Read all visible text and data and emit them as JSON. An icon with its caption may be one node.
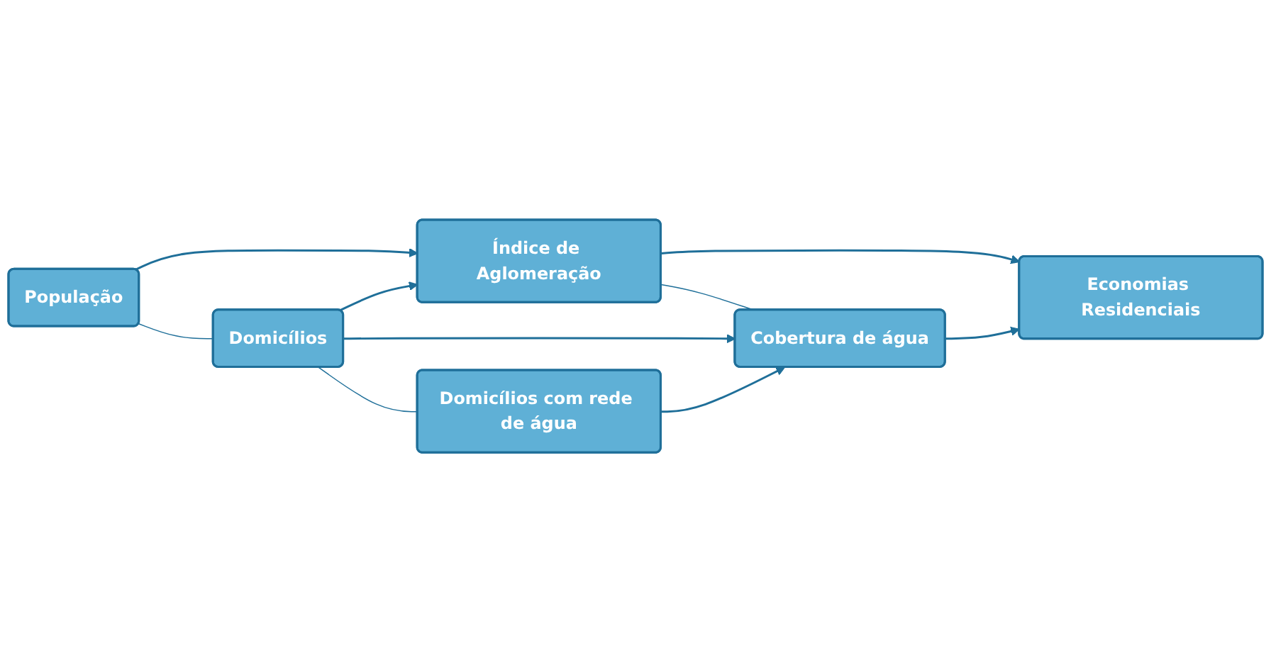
{
  "diagram": {
    "nodes": [
      {
        "text": [
          "População"
        ]
      },
      {
        "text": [
          "Domicílios"
        ]
      },
      {
        "text": [
          "Domicílios com rede de água"
        ]
      },
      {
        "text": [
          "Índice de Aglomeração"
        ]
      },
      {
        "text": [
          "Cobertura de água"
        ]
      },
      {
        "text": [
          "Economias Residenciais"
        ]
      }
    ],
    "edges": [
      {
        "from": 0,
        "to": 1,
        "arrow": "none"
      },
      {
        "from": 1,
        "to": 2,
        "arrow": "none"
      },
      {
        "from": 3,
        "to": 4,
        "arrow": "none"
      },
      {
        "from": 0,
        "to": 3,
        "arrow": "to"
      },
      {
        "from": 1,
        "to": 3,
        "arrow": "to"
      },
      {
        "from": 1,
        "to": 4,
        "arrow": "to"
      },
      {
        "from": 2,
        "to": 4,
        "arrow": "to"
      },
      {
        "from": 3,
        "to": 5,
        "arrow": "to"
      },
      {
        "from": 4,
        "to": 5,
        "arrow": "to"
      }
    ]
  }
}
